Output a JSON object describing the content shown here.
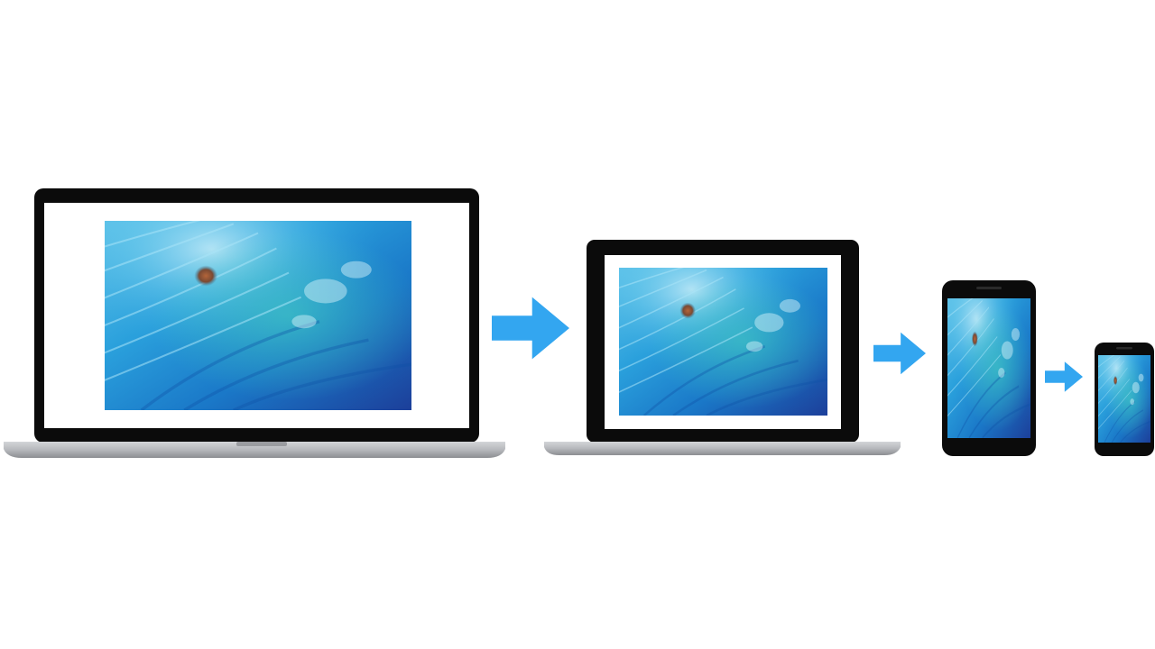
{
  "colors": {
    "background": "#ffffff",
    "arrow": "#33a6f0",
    "bezel": "#0b0b0b",
    "laptop_base": "#b9bbbf",
    "laptop_base_shadow": "#8e9094",
    "screen_white": "#ffffff"
  },
  "diagram": {
    "devices": [
      {
        "kind": "laptop-large"
      },
      {
        "kind": "laptop-small"
      },
      {
        "kind": "phone-large"
      },
      {
        "kind": "phone-small"
      }
    ],
    "arrows": [
      {
        "from": "laptop-large",
        "to": "laptop-small",
        "icon": "right-arrow-icon"
      },
      {
        "from": "laptop-small",
        "to": "phone-large",
        "icon": "right-arrow-icon"
      },
      {
        "from": "phone-large",
        "to": "phone-small",
        "icon": "right-arrow-icon"
      }
    ],
    "wallpaper": "ocean-wave-wallpaper"
  }
}
